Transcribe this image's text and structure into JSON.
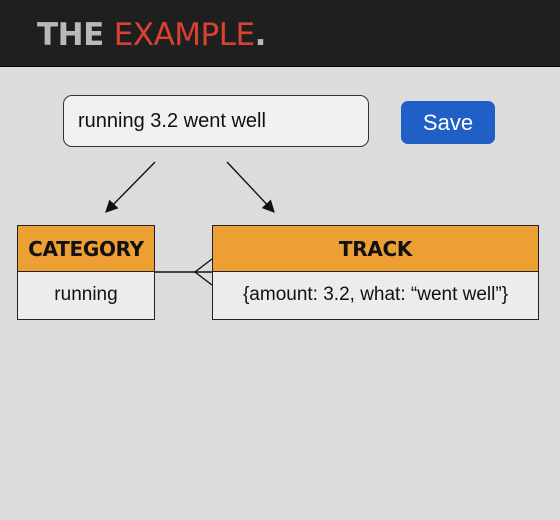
{
  "header": {
    "logo": {
      "word1": "THE",
      "word2": "EXAMPLE",
      "dot": "."
    }
  },
  "entry": {
    "value": "running 3.2 went well"
  },
  "toolbar": {
    "save_label": "Save"
  },
  "diagram": {
    "category": {
      "title": "CATEGORY",
      "value": "running"
    },
    "track": {
      "title": "TRACK",
      "value": "{amount: 3.2, what: “went well”}"
    }
  },
  "colors": {
    "header_bg": "#1f1f1f",
    "logo_gray": "#b9b9b9",
    "logo_red": "#d84232",
    "button_blue": "#1f5fc6",
    "table_header": "#ec9f33",
    "page_bg": "#dcdcdc"
  }
}
